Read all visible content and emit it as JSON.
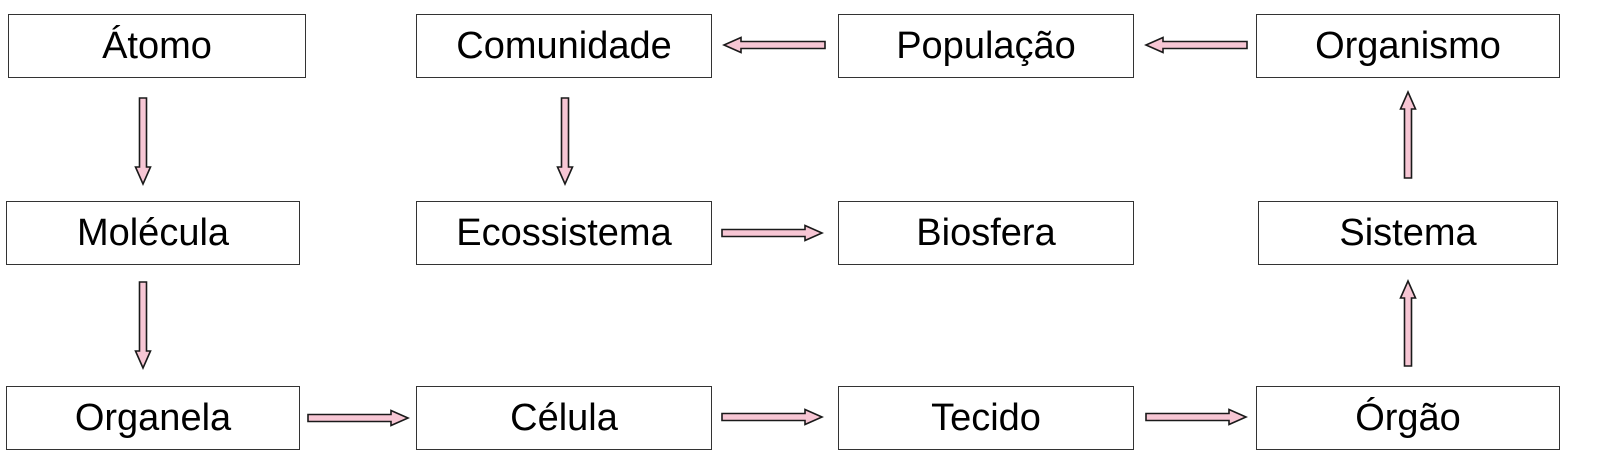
{
  "nodes": {
    "atomo": "Átomo",
    "molecula": "Molécula",
    "organela": "Organela",
    "celula": "Célula",
    "tecido": "Tecido",
    "orgao": "Órgão",
    "sistema": "Sistema",
    "organismo": "Organismo",
    "populacao": "População",
    "comunidade": "Comunidade",
    "ecossistema": "Ecossistema",
    "biosfera": "Biosfera"
  },
  "edges": [
    {
      "from": "Átomo",
      "to": "Molécula"
    },
    {
      "from": "Molécula",
      "to": "Organela"
    },
    {
      "from": "Organela",
      "to": "Célula"
    },
    {
      "from": "Célula",
      "to": "Tecido"
    },
    {
      "from": "Tecido",
      "to": "Órgão"
    },
    {
      "from": "Órgão",
      "to": "Sistema"
    },
    {
      "from": "Sistema",
      "to": "Organismo"
    },
    {
      "from": "Organismo",
      "to": "População"
    },
    {
      "from": "População",
      "to": "Comunidade"
    },
    {
      "from": "Comunidade",
      "to": "Ecossistema"
    },
    {
      "from": "Ecossistema",
      "to": "Biosfera"
    }
  ],
  "colors": {
    "arrow_fill": "#f7c6d4",
    "arrow_stroke": "#1a1a1a",
    "box_border": "#333333"
  }
}
